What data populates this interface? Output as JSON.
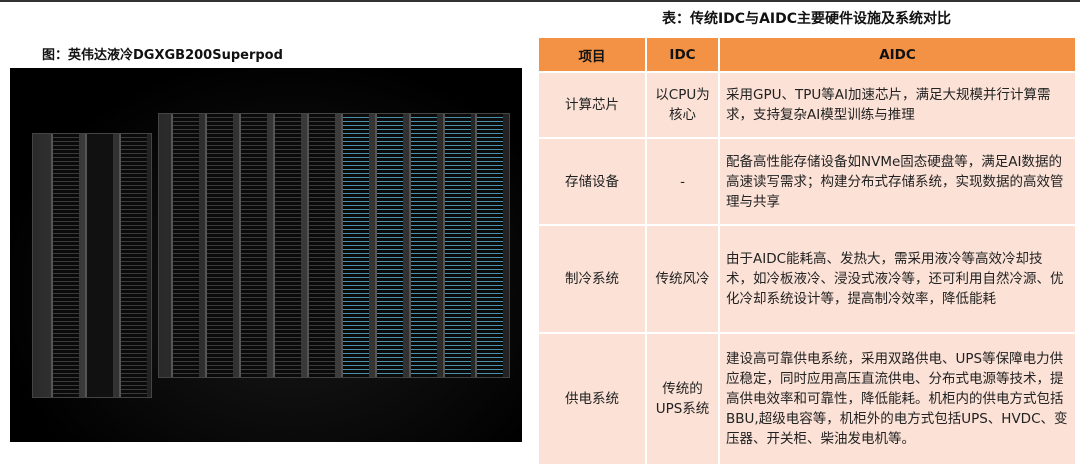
{
  "figure": {
    "caption": "图：英伟达液冷DGXGB200Superpod"
  },
  "table": {
    "caption": "表：传统IDC与AIDC主要硬件设施及系统对比",
    "headers": [
      "项目",
      "IDC",
      "AIDC"
    ],
    "rows": [
      {
        "item": "计算芯片",
        "idc": "以CPU为核心",
        "aidc": "采用GPU、TPU等AI加速芯片，满足大规模并行计算需求，支持复杂AI模型训练与推理"
      },
      {
        "item": "存储设备",
        "idc": "-",
        "aidc": "配备高性能存储设备如NVMe固态硬盘等，满足AI数据的高速读写需求；构建分布式存储系统，实现数据的高效管理与共享"
      },
      {
        "item": "制冷系统",
        "idc": "传统风冷",
        "aidc": "由于AIDC能耗高、发热大，需采用液冷等高效冷却技术，如冷板液冷、浸没式液冷等，还可利用自然冷源、优化冷却系统设计等，提高制冷效率，降低能耗"
      },
      {
        "item": "供电系统",
        "idc": "传统的UPS系统",
        "aidc": "建设高可靠供电系统，采用双路供电、UPS等保障电力供应稳定，同时应用高压直流供电、分布式电源等技术，提高供电效率和可靠性，降低能耗。机柜内的供电方式包括BBU,超级电容等，机柜外的电方式包括UPS、HVDC、变压器、开关柜、柴油发电机等。"
      }
    ]
  },
  "colors": {
    "header": "#f39244",
    "row": "#fbe1d6"
  }
}
